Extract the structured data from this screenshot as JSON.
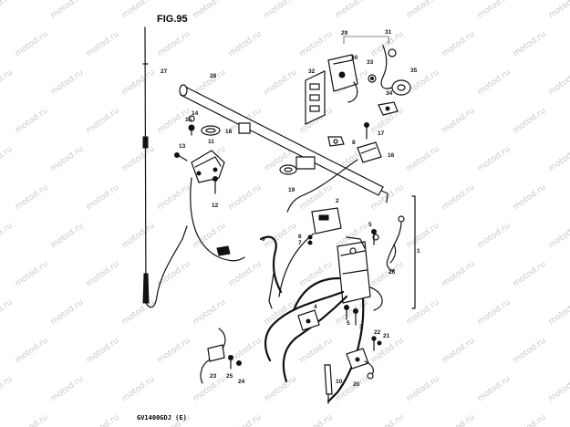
{
  "figure": {
    "title": "FIG.95",
    "model_code": "GV1400GDJ (E)",
    "watermark": "motod.ru"
  },
  "callouts": [
    {
      "id": "c1",
      "text": "1"
    },
    {
      "id": "c2",
      "text": "2"
    },
    {
      "id": "c3",
      "text": "3"
    },
    {
      "id": "c4",
      "text": "4"
    },
    {
      "id": "c5",
      "text": "5"
    },
    {
      "id": "c5b",
      "text": "5"
    },
    {
      "id": "c6",
      "text": "6"
    },
    {
      "id": "c7",
      "text": "7"
    },
    {
      "id": "c8",
      "text": "8"
    },
    {
      "id": "c9",
      "text": "9"
    },
    {
      "id": "c10",
      "text": "10"
    },
    {
      "id": "c11",
      "text": "11"
    },
    {
      "id": "c12",
      "text": "12"
    },
    {
      "id": "c13",
      "text": "13"
    },
    {
      "id": "c14",
      "text": "14"
    },
    {
      "id": "c15",
      "text": "15"
    },
    {
      "id": "c16",
      "text": "16"
    },
    {
      "id": "c17",
      "text": "17"
    },
    {
      "id": "c18",
      "text": "18"
    },
    {
      "id": "c19",
      "text": "19"
    },
    {
      "id": "c20",
      "text": "20"
    },
    {
      "id": "c21",
      "text": "21"
    },
    {
      "id": "c22",
      "text": "22"
    },
    {
      "id": "c23",
      "text": "23"
    },
    {
      "id": "c24",
      "text": "24"
    },
    {
      "id": "c25",
      "text": "25"
    },
    {
      "id": "c26",
      "text": "26"
    },
    {
      "id": "c27",
      "text": "27"
    },
    {
      "id": "c28",
      "text": "28"
    },
    {
      "id": "c29",
      "text": "29"
    },
    {
      "id": "c30",
      "text": "30"
    },
    {
      "id": "c31",
      "text": "31"
    },
    {
      "id": "c32",
      "text": "32"
    },
    {
      "id": "c33",
      "text": "33"
    },
    {
      "id": "c34",
      "text": "34"
    },
    {
      "id": "c35",
      "text": "35"
    }
  ]
}
